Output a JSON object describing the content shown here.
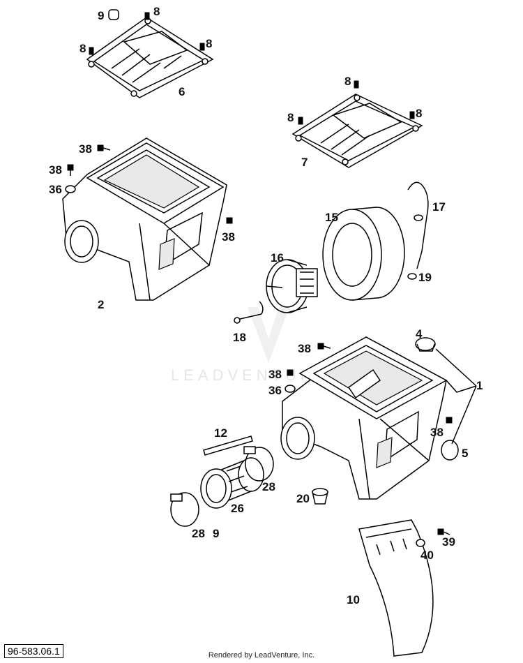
{
  "diagram": {
    "watermark": "LEADVENTURE",
    "drawing_id": "96-583.06.1",
    "footer": "Rendered by LeadVenture, Inc.",
    "labels": {
      "p1": "1",
      "p2": "2",
      "p4": "4",
      "p5": "5",
      "p6": "6",
      "p7": "7",
      "p8a": "8",
      "p8b": "8",
      "p8c": "8",
      "p8d": "8",
      "p8e": "8",
      "p8f": "8",
      "p9": "9",
      "p10": "10",
      "p12": "12",
      "p15": "15",
      "p16": "16",
      "p17": "17",
      "p18": "18",
      "p19": "19",
      "p20": "20",
      "p26": "26",
      "p28a": "28",
      "p28b": "28",
      "p29": "9",
      "p36a": "36",
      "p36b": "36",
      "p38a": "38",
      "p38b": "38",
      "p38c": "38",
      "p38d": "38",
      "p38e": "38",
      "p38f": "38",
      "p39": "39",
      "p40": "40"
    }
  }
}
